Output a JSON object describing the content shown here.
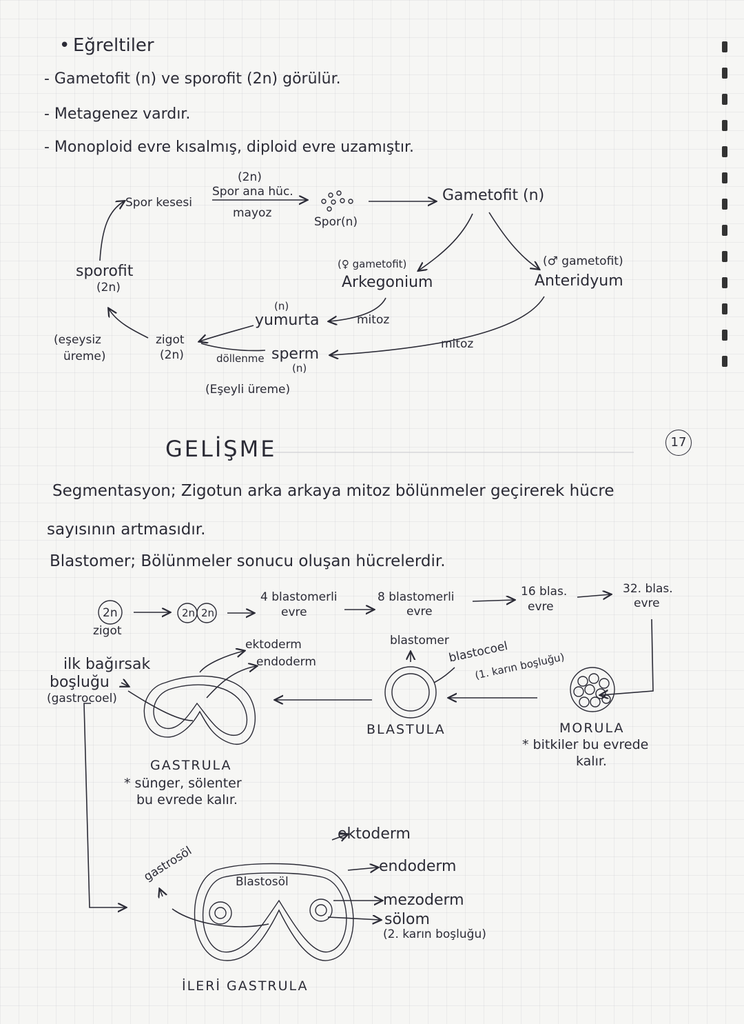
{
  "section1": {
    "heading": "Eğreltiler",
    "bullets": [
      "- Gametofit (n) ve sporofit (2n) görülür.",
      "- Metagenez vardır.",
      "- Monoploid evre kısalmış, diploid evre uzamıştır."
    ]
  },
  "cycle": {
    "spor_kesesi": "Spor kesesi",
    "spor_ana_ploidy": "(2n)",
    "spor_ana": "Spor ana hüc.",
    "mayoz": "mayoz",
    "spor": "Spor(n)",
    "gametofit": "Gametofit (n)",
    "female_gametofit": "(♀ gametofit)",
    "arkegonium": "Arkegonium",
    "male_gametofit": "(♂ gametofit)",
    "anteridyum": "Anteridyum",
    "sporofit": "sporofit",
    "sporofit_ploidy": "(2n)",
    "yumurta_ploidy": "(n)",
    "yumurta": "yumurta",
    "mitoz1": "mitoz",
    "mitoz2": "mitoz",
    "esey_siz_1": "(eşeysiz",
    "esey_siz_2": "üreme)",
    "zigot": "zigot",
    "zigot_ploidy": "(2n)",
    "dollenme": "döllenme",
    "sperm": "sperm",
    "sperm_ploidy": "(n)",
    "eseyli": "(Eşeyli üreme)"
  },
  "section2": {
    "title": "GELİŞME",
    "page_number": "17",
    "line1": "Segmentasyon; Zigotun arka arkaya mitoz bölünmeler geçirerek hücre",
    "line2": "sayısının artmasıdır.",
    "line3": "Blastomer; Bölünmeler sonucu oluşan hücrelerdir."
  },
  "development": {
    "cell_2n": "2n",
    "zigot": "zigot",
    "b4_1": "4 blastomerli",
    "b4_2": "evre",
    "b8_1": "8 blastomerli",
    "b8_2": "evre",
    "b16_1": "16 blas.",
    "b16_2": "evre",
    "b32_1": "32. blas.",
    "b32_2": "evre",
    "ektoderm": "ektoderm",
    "endoderm": "endoderm",
    "ilk_bagirsak_1": "ilk bağırsak",
    "ilk_bagirsak_2": "boşluğu",
    "ilk_bagirsak_3": "(gastrocoel)",
    "blastomer": "blastomer",
    "blastocoel_1": "blastocoel",
    "blastocoel_2": "(1. karın boşluğu)",
    "blastula": "BLASTULA",
    "morula": "MORULA",
    "morula_note_1": "* bitkiler bu evrede",
    "morula_note_2": "kalır.",
    "gastrula": "GASTRULA",
    "gastrula_note_1": "* sünger, sölenter",
    "gastrula_note_2": "bu evrede kalır.",
    "adv_ektoderm": "ektoderm",
    "adv_endoderm": "endoderm",
    "gastrosol": "gastrosöl",
    "blastosol": "Blastosöl",
    "mezoderm": "mezoderm",
    "solom": "sölom",
    "karin2": "(2. karın boşluğu)",
    "ileri_gastrula": "İLERİ GASTRULA"
  }
}
